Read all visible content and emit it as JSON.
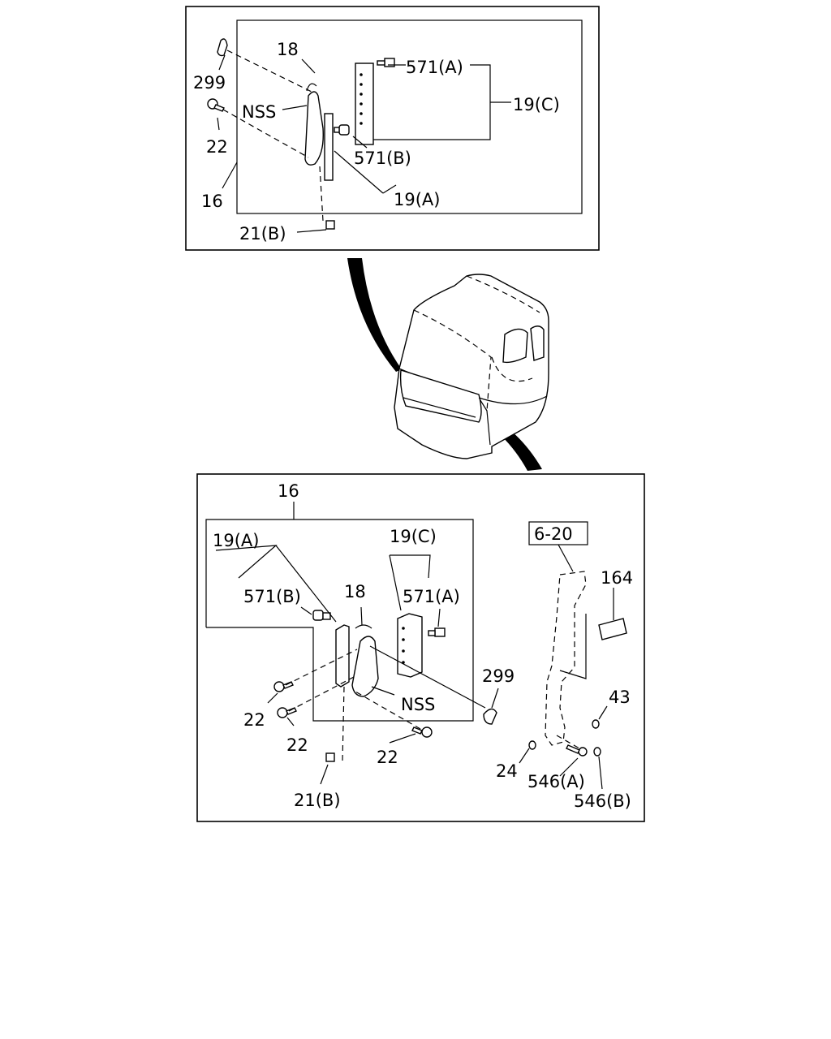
{
  "top_panel": {
    "labels": {
      "p299": "299",
      "p18": "18",
      "p571a": "571(A)",
      "p19c": "19(C)",
      "nss": "NSS",
      "p22": "22",
      "p571b": "571(B)",
      "p16": "16",
      "p19a": "19(A)",
      "p21b": "21(B)"
    }
  },
  "bottom_panel": {
    "labels": {
      "p16": "16",
      "p19a": "19(A)",
      "p19c": "19(C)",
      "p18": "18",
      "p571b": "571(B)",
      "p571a": "571(A)",
      "p299": "299",
      "p22a": "22",
      "p22b": "22",
      "p22c": "22",
      "nss": "NSS",
      "p21b": "21(B)",
      "ref": "6-20",
      "p164": "164",
      "p43": "43",
      "p24": "24",
      "p546a": "546(A)",
      "p546b": "546(B)"
    }
  }
}
